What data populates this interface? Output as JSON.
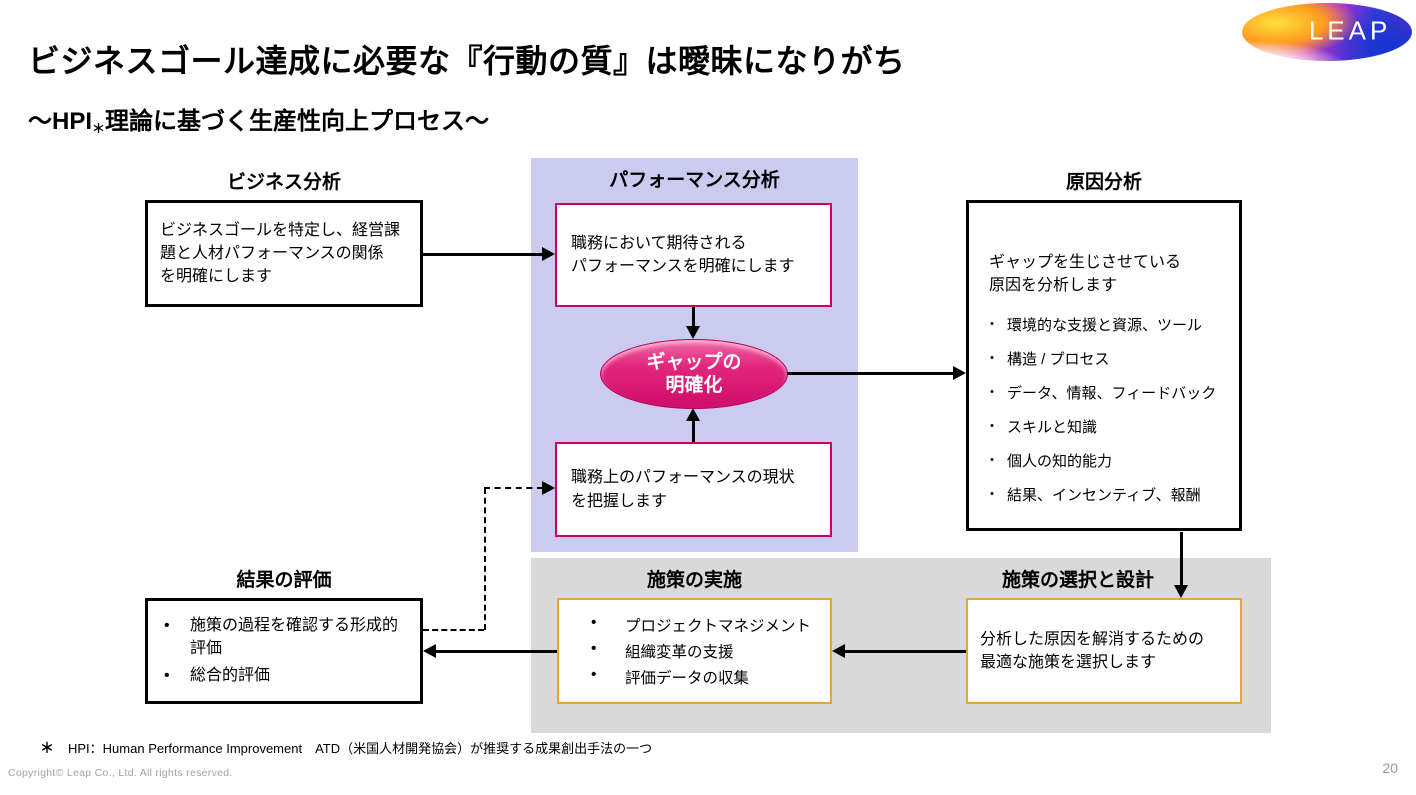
{
  "slide": {
    "title": "ビジネスゴール達成に必要な『行動の質』は曖昧になりがち",
    "subtitle": {
      "prefix": "～HPI",
      "asterisk": "＊",
      "suffix": "理論に基づく生産性向上プロセス～"
    }
  },
  "logo": {
    "text": "LEAP"
  },
  "diagram": {
    "business": {
      "heading": "ビジネス分析",
      "lines": [
        "ビジネスゴールを特定し、経営課",
        "題と人材パフォーマンスの関係",
        "を明確にします"
      ]
    },
    "performance": {
      "heading": "パフォーマンス分析",
      "expected_lines": [
        "職務において期待される",
        "パフォーマンスを明確にします"
      ],
      "gap": {
        "line1": "ギャップの",
        "line2": "明確化"
      },
      "current_lines": [
        "職務上のパフォーマンスの現状",
        "を把握します"
      ]
    },
    "cause": {
      "heading": "原因分析",
      "lead_lines": [
        "ギャップを生じさせている",
        "原因を分析します"
      ],
      "bullets": [
        "環境的な支援と資源、ツール",
        "構造 / プロセス",
        "データ、情報、フィードバック",
        "スキルと知識",
        "個人の知的能力",
        "結果、インセンティブ、報酬"
      ]
    },
    "selection": {
      "heading": "施策の選択と設計",
      "lines": [
        "分析した原因を解消するための",
        "最適な施策を選択します"
      ]
    },
    "implementation": {
      "heading": "施策の実施",
      "bullets": [
        "プロジェクトマネジメント",
        "組織変革の支援",
        "評価データの収集"
      ]
    },
    "evaluation": {
      "heading": "結果の評価",
      "bullets": [
        "施策の過程を確認する形成的評価",
        "総合的評価"
      ]
    }
  },
  "footnote": {
    "marker": "＊",
    "text": "HPI：Human Performance Improvement　ATD（米国人材開発協会）が推奨する成果創出手法の一つ"
  },
  "footer": {
    "copyright": "Copyright© Leap Co., Ltd.  All rights reserved.",
    "page_number": "20"
  },
  "colors": {
    "performance_bg": "#cbcbf0",
    "bottom_bg": "#d9d9d9",
    "pink_border": "#cc0066",
    "gap_fill": "#d10e6c",
    "orange_border": "#e8a33c"
  }
}
